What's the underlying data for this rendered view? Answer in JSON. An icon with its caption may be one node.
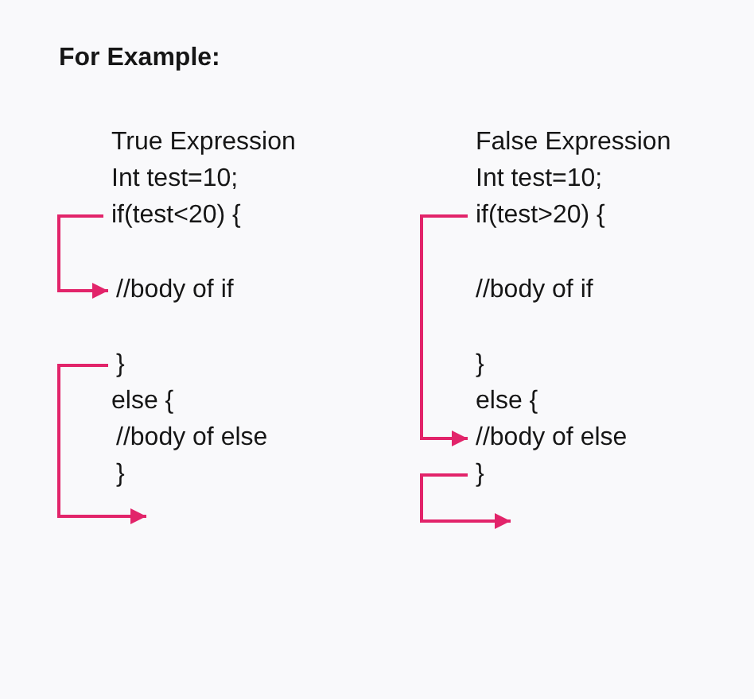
{
  "diagram": {
    "title": "For Example:",
    "nodes": [
      {
        "text": [
          "if(test<20) {"
        ]
      },
      {
        "text": [
          "//body of if"
        ]
      },
      {
        "text": [
          "}"
        ]
      },
      {
        "text": [
          "if(test>20) {"
        ]
      },
      {
        "text": [
          "//body of else"
        ]
      },
      {
        "text": [
          "}"
        ]
      }
    ],
    "edges": [
      {
        "from": 0,
        "to": 1,
        "arrow": "to"
      },
      {
        "from": 2,
        "to": null,
        "arrow": "to"
      },
      {
        "from": 3,
        "to": 4,
        "arrow": "to"
      },
      {
        "from": 5,
        "to": null,
        "arrow": "to"
      }
    ],
    "labels": [
      "True Expression",
      "Int test=10;",
      "else {",
      "//body of else",
      "}",
      "False Expression",
      "Int test=10;",
      "//body of if",
      "}",
      "else {"
    ]
  }
}
